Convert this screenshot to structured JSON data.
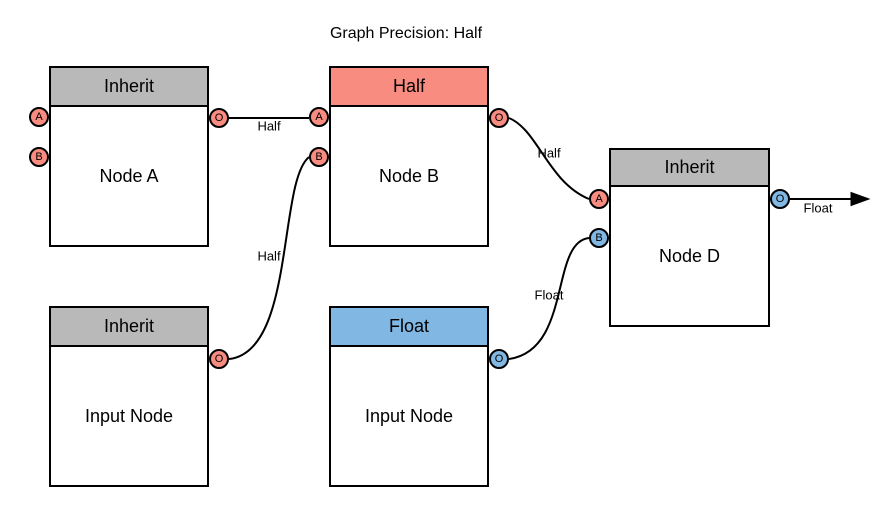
{
  "title": "Graph Precision: Half",
  "colors": {
    "half": "#f98c80",
    "float": "#80b7e3",
    "inherit": "#b9b9b9",
    "stroke": "#000000",
    "background": "#ffffff"
  },
  "nodes": [
    {
      "id": "node-a",
      "header": "Inherit",
      "label": "Node A",
      "ports": [
        {
          "label": "A",
          "type": "half"
        },
        {
          "label": "B",
          "type": "half"
        },
        {
          "label": "O",
          "type": "half"
        }
      ]
    },
    {
      "id": "node-b",
      "header": "Half",
      "label": "Node B",
      "ports": [
        {
          "label": "A",
          "type": "half"
        },
        {
          "label": "B",
          "type": "half"
        },
        {
          "label": "O",
          "type": "half"
        }
      ]
    },
    {
      "id": "node-d",
      "header": "Inherit",
      "label": "Node D",
      "ports": [
        {
          "label": "A",
          "type": "half"
        },
        {
          "label": "B",
          "type": "float"
        },
        {
          "label": "O",
          "type": "float"
        }
      ]
    },
    {
      "id": "input-left",
      "header": "Inherit",
      "label": "Input Node",
      "ports": [
        {
          "label": "O",
          "type": "half"
        }
      ]
    },
    {
      "id": "input-center",
      "header": "Float",
      "label": "Input Node",
      "ports": [
        {
          "label": "O",
          "type": "float"
        }
      ]
    }
  ],
  "edges": [
    {
      "label": "Half",
      "from": "node-a.O",
      "to": "node-b.A"
    },
    {
      "label": "Half",
      "from": "input-left.O",
      "to": "node-b.B"
    },
    {
      "label": "Half",
      "from": "node-b.O",
      "to": "node-d.A"
    },
    {
      "label": "Float",
      "from": "input-center.O",
      "to": "node-d.B"
    },
    {
      "label": "Float",
      "from": "node-d.O",
      "to": "graph-output"
    }
  ]
}
